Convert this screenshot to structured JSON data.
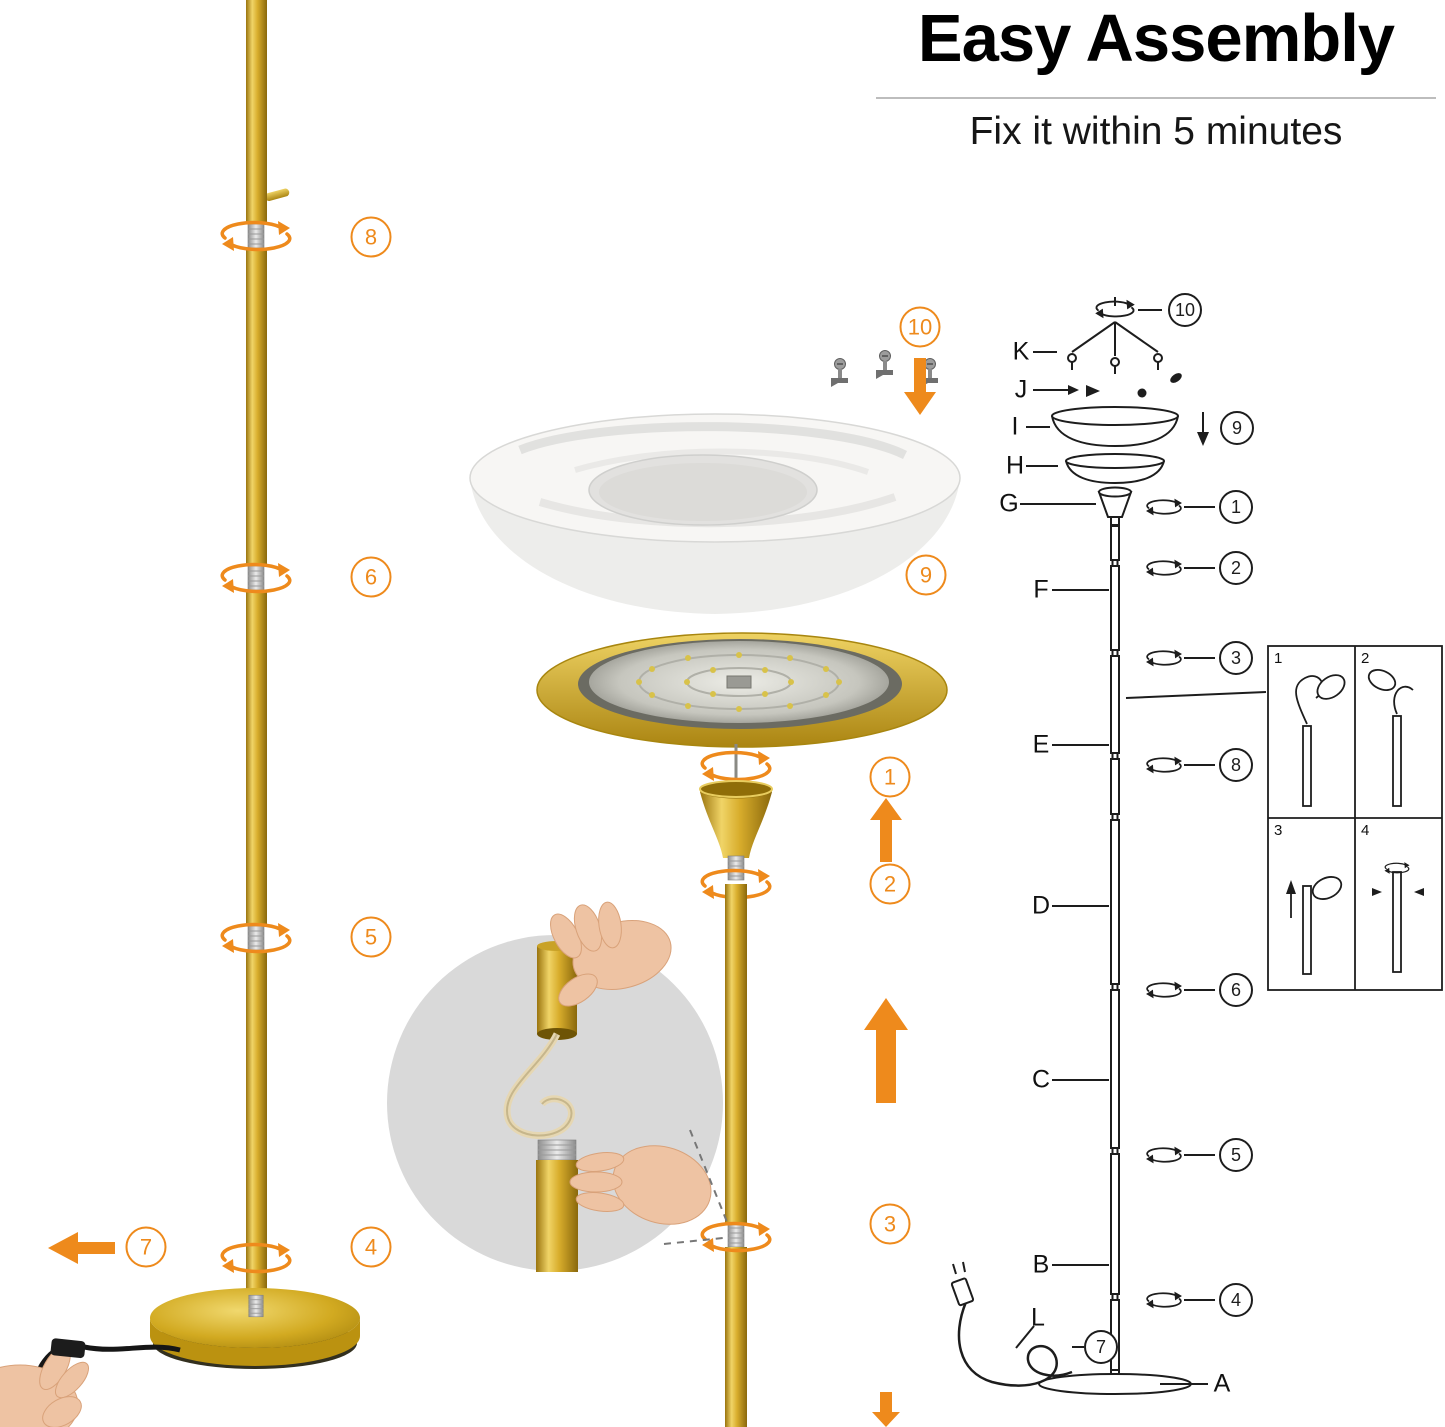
{
  "header": {
    "title": "Easy Assembly",
    "subtitle": "Fix it within 5 minutes"
  },
  "callouts": {
    "left": [
      {
        "label": "8"
      },
      {
        "label": "6"
      },
      {
        "label": "5"
      },
      {
        "label": "4"
      },
      {
        "label": "7"
      }
    ],
    "middle": [
      {
        "label": "10"
      },
      {
        "label": "9"
      },
      {
        "label": "1"
      },
      {
        "label": "2"
      },
      {
        "label": "3"
      }
    ],
    "right": [
      {
        "label": "10"
      },
      {
        "label": "9"
      },
      {
        "label": "1"
      },
      {
        "label": "2"
      },
      {
        "label": "3"
      },
      {
        "label": "8"
      },
      {
        "label": "6"
      },
      {
        "label": "5"
      },
      {
        "label": "4"
      },
      {
        "label": "7"
      }
    ]
  },
  "part_labels": [
    {
      "label": "K"
    },
    {
      "label": "J"
    },
    {
      "label": "I"
    },
    {
      "label": "H"
    },
    {
      "label": "G"
    },
    {
      "label": "F"
    },
    {
      "label": "E"
    },
    {
      "label": "D"
    },
    {
      "label": "C"
    },
    {
      "label": "B"
    },
    {
      "label": "L"
    },
    {
      "label": "A"
    }
  ],
  "inset_panels": [
    {
      "label": "1"
    },
    {
      "label": "2"
    },
    {
      "label": "3"
    },
    {
      "label": "4"
    }
  ],
  "colors": {
    "accent": "#EE8A1C",
    "gold": "#D4A937",
    "line": "#1D1D1D"
  }
}
